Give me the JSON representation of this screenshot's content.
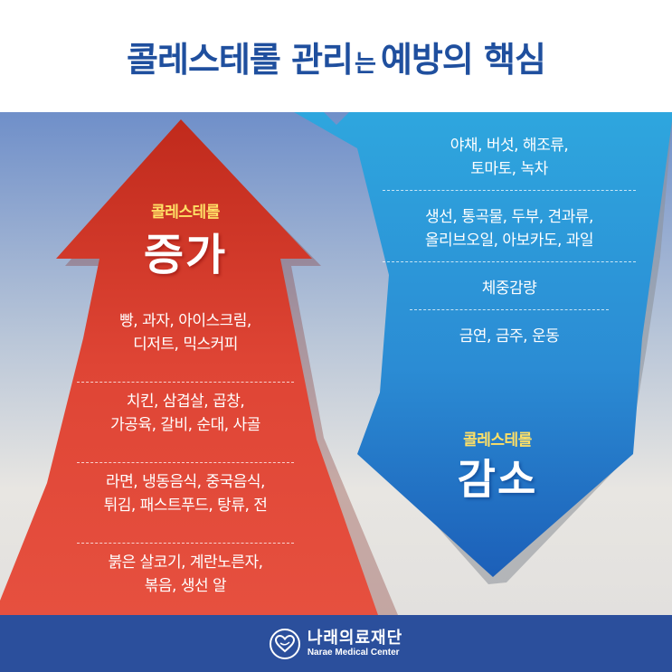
{
  "header": {
    "title_part1": "콜레스테롤 관리",
    "title_small": "는",
    "title_part2": "예방의 핵심"
  },
  "increase": {
    "subtitle": "콜레스테롤",
    "title": "증가",
    "color": "#e34a33",
    "items": [
      {
        "line1": "빵, 과자, 아이스크림,",
        "line2": "디저트, 믹스커피"
      },
      {
        "line1": "치킨, 삼겹살, 곱창,",
        "line2": "가공육, 갈비, 순대, 사골"
      },
      {
        "line1": "라면, 냉동음식, 중국음식,",
        "line2": "튀김, 패스트푸드, 탕류, 전"
      },
      {
        "line1": "붉은 살코기, 계란노른자,",
        "line2": "볶음, 생선 알"
      }
    ]
  },
  "decrease": {
    "subtitle": "콜레스테롤",
    "title": "감소",
    "color": "#2a8fd8",
    "items": [
      {
        "line1": "야채, 버섯, 해조류,",
        "line2": "토마토, 녹차"
      },
      {
        "line1": "생선, 통곡물, 두부, 견과류,",
        "line2": "올리브오일, 아보카도, 과일"
      },
      {
        "line1": "체중감량",
        "line2": ""
      },
      {
        "line1": "금연, 금주, 운동",
        "line2": ""
      }
    ]
  },
  "footer": {
    "org_ko": "나래의료재단",
    "org_en": "Narae Medical Center",
    "logo_icon": "heart-icon"
  }
}
